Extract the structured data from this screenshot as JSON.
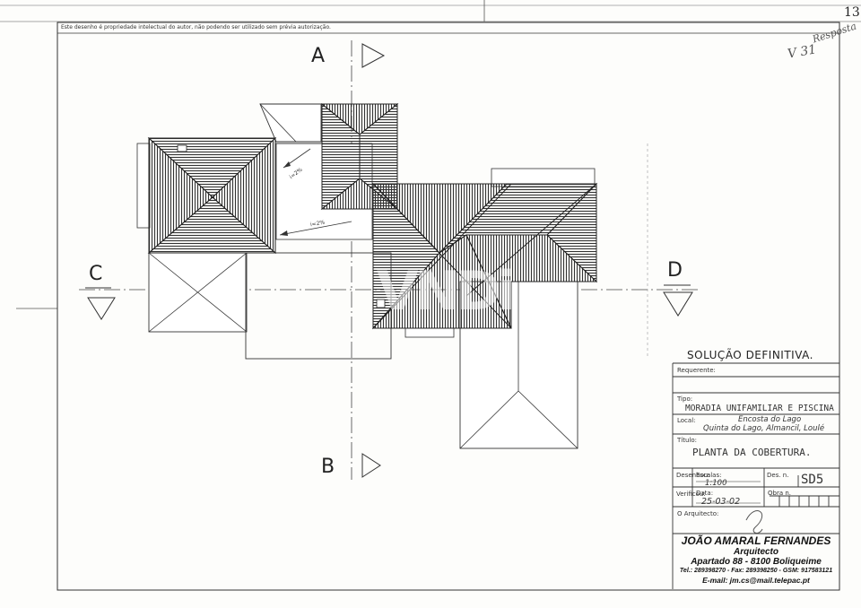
{
  "sheet": {
    "number": "13",
    "copyright_notice": "Este desenho é propriedade intelectual do autor, não podendo ser utilizado sem prévia autorização.",
    "scribble_top": "Resposta",
    "scribble_mid": "V   31",
    "watermark": "VNDi"
  },
  "section_marks": {
    "a": "A",
    "b": "B",
    "c": "C",
    "d": "D"
  },
  "slopes": {
    "upper": "i=2%",
    "lower": "i=2%"
  },
  "title_block": {
    "heading": "SOLUÇÃO DEFINITIVA.",
    "requerente_label": "Requerente:",
    "requerente_value": "",
    "tipo_label": "Tipo:",
    "tipo_value": "MORADIA UNIFAMILIAR E PISCINA",
    "local_label": "Local:",
    "local_line1": "Encosta do Lago",
    "local_line2": "Quinta do Lago, Almancil, Loulé",
    "titulo_label": "Título:",
    "titulo_value": "PLANTA DA COBERTURA.",
    "desenhou_label": "Desenhou:",
    "escalas_label": "Escalas:",
    "escalas_value": "1:100",
    "des_n_label": "Des. n.",
    "des_n_value": "SD5",
    "verificou_label": "Verificou:",
    "data_label": "Data:",
    "data_value": "25-03-02",
    "obra_n_label": "Obra n.",
    "arquitecto_label": "O Arquitecto:",
    "stamp": {
      "name": "JOÃO AMARAL FERNANDES",
      "role": "Arquitecto",
      "address": "Apartado 88 - 8100 Boliqueime",
      "phones": "Tel.: 289398270 - Fax: 289398250 - GSM: 917583121",
      "email": "E-mail: jm.cs@mail.telepac.pt"
    }
  }
}
